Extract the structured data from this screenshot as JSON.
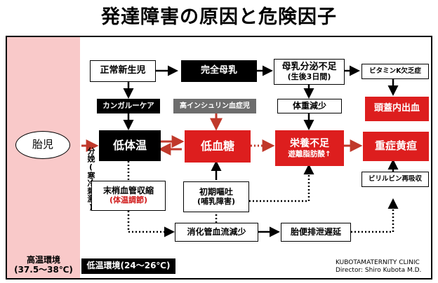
{
  "title": "発達障害の原因と危険因子",
  "left_zone": {
    "fetus": "胎児",
    "birth_label": "分娩(寒冷刺激)",
    "warm_env_line1": "高温環境",
    "warm_env_line2": "(37.5〜38℃)"
  },
  "nodes": {
    "normal_newborn": "正常新生児",
    "full_breastfeeding": "完全母乳",
    "milk_shortage_line1": "母乳分泌不足",
    "milk_shortage_line2": "(生後3日間)",
    "vitamin_k": "ビタミンK欠乏症",
    "kangaroo_care": "カンガルーケア",
    "hyperinsulinemia": "高インシュリン血症児",
    "weight_loss": "体重減少",
    "intracranial_hemorrhage": "頭蓋内出血",
    "hypothermia": "低体温",
    "hypoglycemia": "低血糖",
    "malnutrition_line1": "栄養不足",
    "malnutrition_line2": "遊離脂肪酸↑",
    "severe_jaundice": "重症黄疸",
    "peripheral_constriction_line1": "末梢血管収縮",
    "peripheral_constriction_line2": "(体温調節)",
    "early_vomiting_line1": "初期嘔吐",
    "early_vomiting_line2": "(哺乳障害)",
    "bilirubin_reabsorption": "ビリルビン再吸収",
    "gi_blood_flow": "消化管血流減少",
    "meconium_delay": "胎便排泄遅延"
  },
  "cold_env": "低温環境(24〜26℃)",
  "credit_line1": "KUBOTAMATERNITY CLINIC",
  "credit_line2": "Director: Shiro Kubota M.D.",
  "colors": {
    "red": "#dd1e1e",
    "black": "#000000",
    "gray": "#6d6d6d",
    "pink": "#f9c9c9"
  }
}
